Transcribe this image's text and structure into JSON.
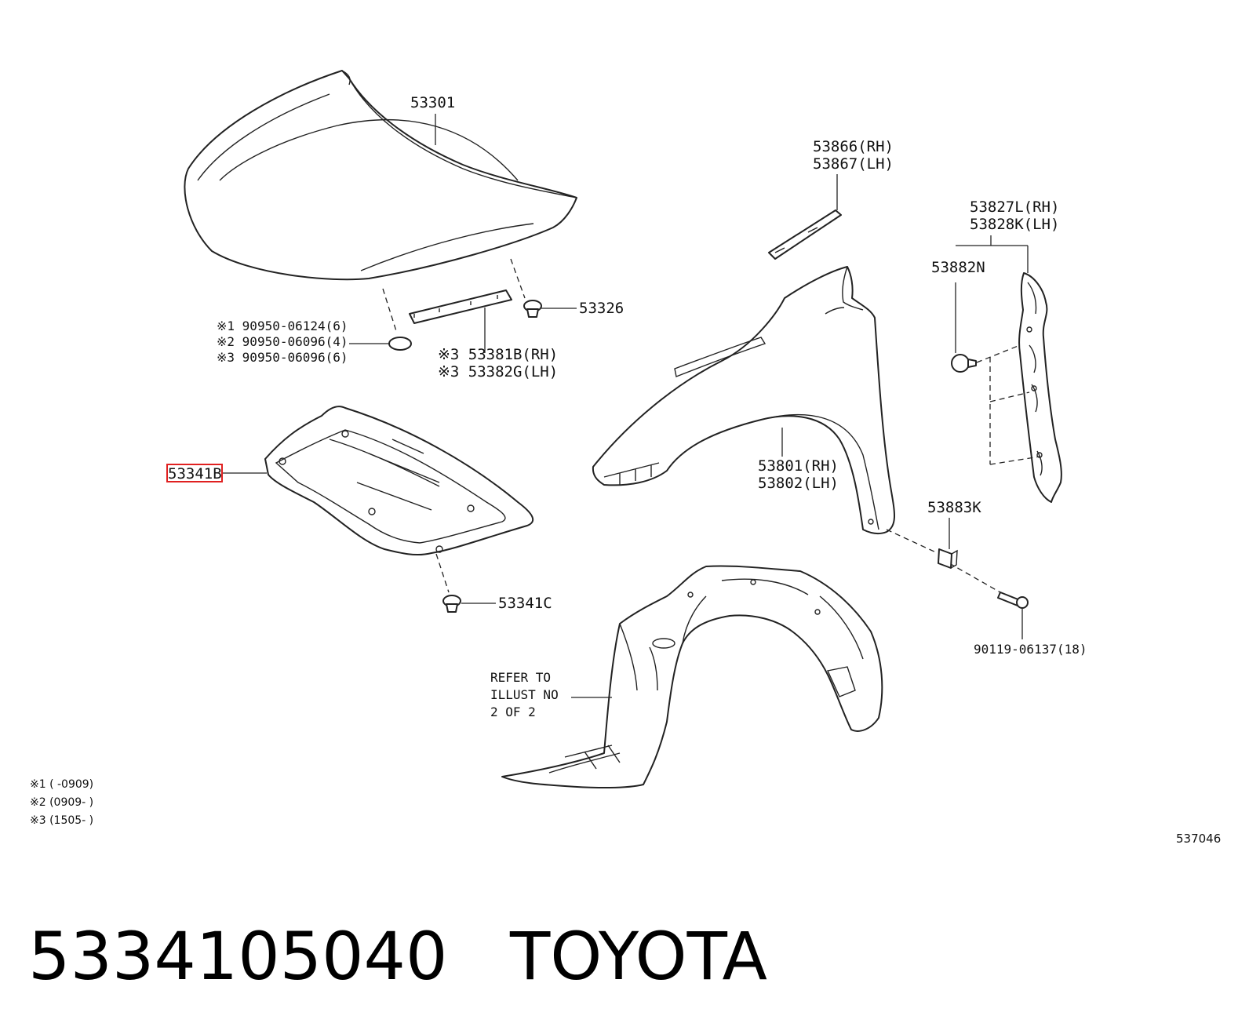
{
  "callouts": {
    "hood": "53301",
    "fender_seal_rh": "53866(RH)",
    "fender_seal_lh": "53867(LH)",
    "apron_seal_rh": "53827L(RH)",
    "apron_seal_lh": "53828K(LH)",
    "clip_53882n": "53882N",
    "clip_53326": "53326",
    "ref1": "※1 90950-06124(6)",
    "ref2": "※2 90950-06096(4)",
    "ref3": "※3 90950-06096(6)",
    "cowl_rh": "※3 53381B(RH)",
    "cowl_lh": "※3 53382G(LH)",
    "insulator": "53341B",
    "clip_53341c": "53341C",
    "fender_rh": "53801(RH)",
    "fender_lh": "53802(LH)",
    "nut_53883k": "53883K",
    "bolt": "90119-06137(18)",
    "refer_1": "REFER TO",
    "refer_2": "ILLUST NO",
    "refer_3": "2 OF 2"
  },
  "notes": {
    "n1": "※1 (      -0909)",
    "n2": "※2 (0909-      )",
    "n3": "※3 (1505-      )"
  },
  "illustration_code": "537046",
  "footer": {
    "part_number": "5334105040",
    "brand": "TOYOTA"
  },
  "colors": {
    "highlight": "#e02020",
    "line": "#222222"
  }
}
